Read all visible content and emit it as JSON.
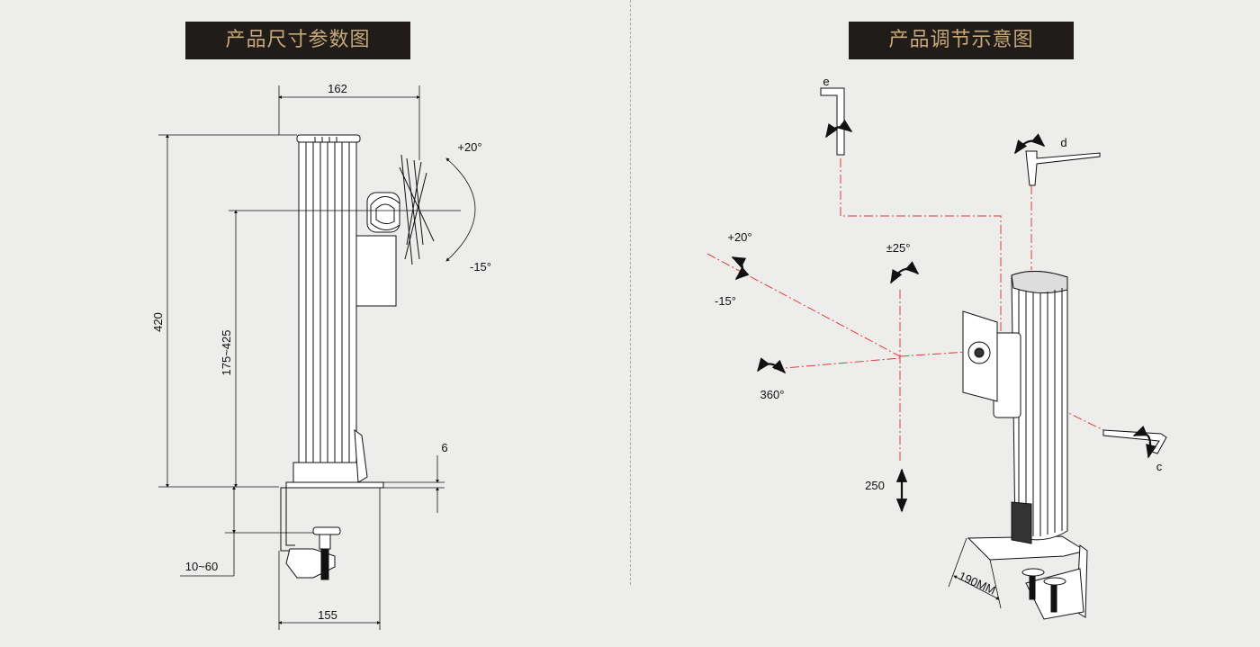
{
  "left_panel": {
    "title": "产品尺寸参数图",
    "dim_width_top": "162",
    "dim_height_total": "420",
    "dim_height_range": "175~425",
    "dim_base_thickness": "6",
    "dim_clamp_range": "10~60",
    "dim_base_width": "155",
    "tilt_up": "+20°",
    "tilt_down": "-15°"
  },
  "right_panel": {
    "title": "产品调节示意图",
    "label_e": "e",
    "label_d": "d",
    "label_c": "c",
    "tilt_up": "+20°",
    "tilt_down": "-15°",
    "swivel": "±25°",
    "rotation": "360°",
    "height_travel": "250",
    "base_depth": "190MM"
  }
}
